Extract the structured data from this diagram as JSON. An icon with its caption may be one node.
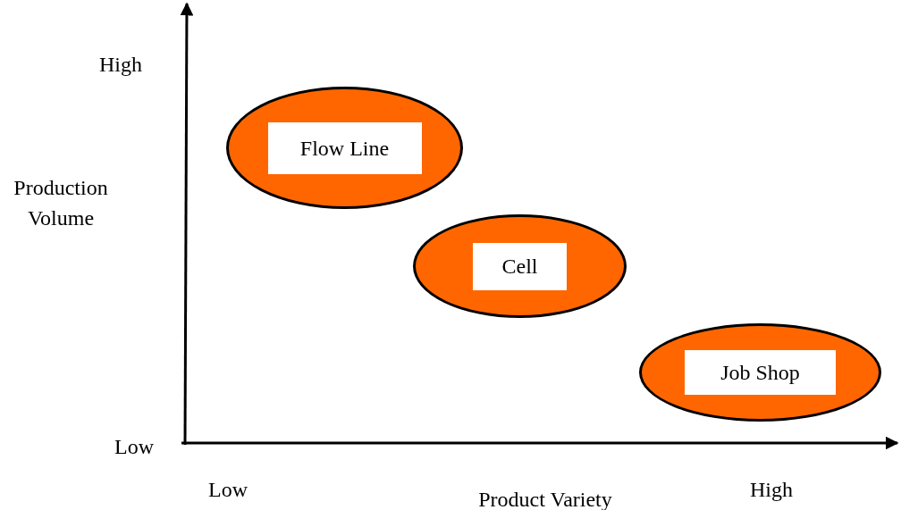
{
  "diagram": {
    "nodes": [
      {
        "text": [
          "Flow Line"
        ]
      },
      {
        "text": [
          "Cell"
        ]
      },
      {
        "text": [
          "Job Shop"
        ]
      }
    ],
    "labels": [
      "High",
      "Production Volume",
      "Low",
      "Low",
      "Product Variety",
      "High"
    ]
  }
}
